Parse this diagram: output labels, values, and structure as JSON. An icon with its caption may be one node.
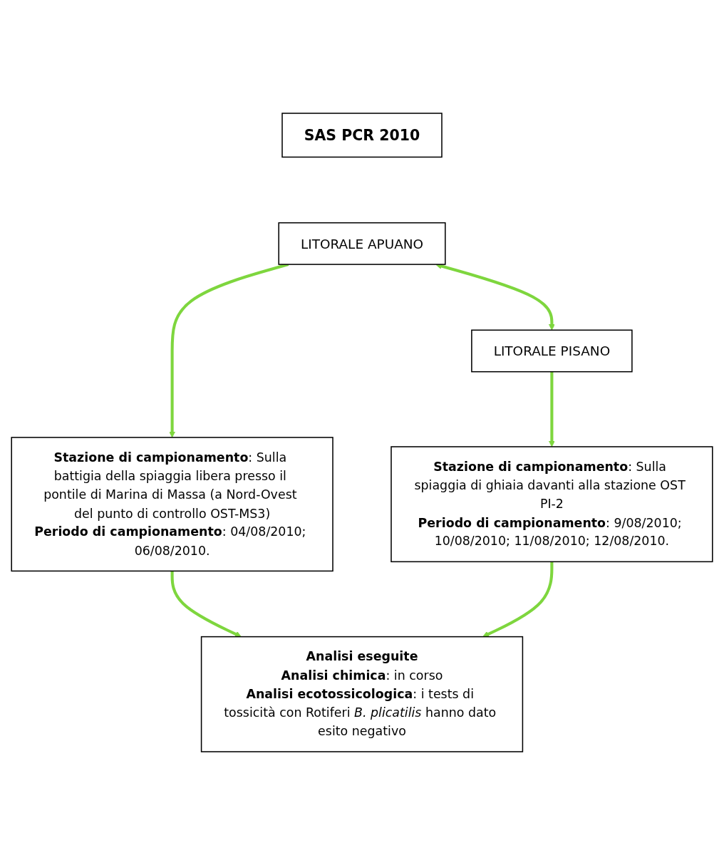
{
  "diagram": {
    "nodes": [
      {
        "text": [
          "SAS PCR 2010"
        ]
      },
      {
        "text": [
          "LITORALE APUANO"
        ]
      },
      {
        "text": [
          "LITORALE PISANO"
        ]
      },
      {
        "text": [
          "**Stazione di campionamento**: Sulla battigia della spiaggia libera presso il pontile di Marina di Massa (a Nord-Ovest del punto di controllo OST-MS3)",
          "**Periodo di campionamento**: 04/08/2010; 06/08/2010."
        ]
      },
      {
        "text": [
          "**Stazione di campionamento**: Sulla spiaggia di ghiaia davanti alla stazione OST PI-2",
          "**Periodo di campionamento**: 9/08/2010; 10/08/2010; 11/08/2010; 12/08/2010."
        ]
      },
      {
        "text": [
          "Analisi eseguite",
          "**Analisi chimica**: in corso",
          "**Analisi ecotossicologica**: i tests di tossicità con Rotiferi *B. plicatilis* hanno dato esito negativo"
        ]
      }
    ],
    "edges": [
      {
        "from": 1,
        "to": 2,
        "arrow": "both"
      },
      {
        "from": 1,
        "to": 3,
        "arrow": "to"
      },
      {
        "from": 2,
        "to": 4,
        "arrow": "to"
      },
      {
        "from": 3,
        "to": 5,
        "arrow": "to"
      },
      {
        "from": 4,
        "to": 5,
        "arrow": "to"
      }
    ]
  }
}
